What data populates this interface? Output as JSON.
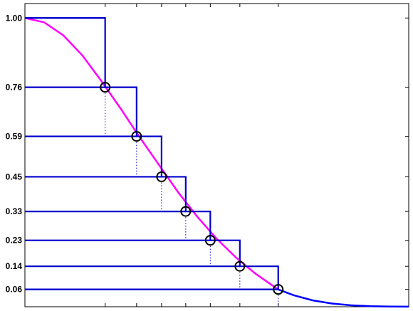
{
  "chart_data": {
    "type": "line",
    "title": "",
    "xlabel": "",
    "ylabel": "",
    "xlim": [
      0,
      1
    ],
    "ylim": [
      0,
      1.05
    ],
    "grid": false,
    "yticks": [
      {
        "value": 1.0,
        "label": "1.00"
      },
      {
        "value": 0.76,
        "label": "0.76"
      },
      {
        "value": 0.59,
        "label": "0.59"
      },
      {
        "value": 0.45,
        "label": "0.45"
      },
      {
        "value": 0.33,
        "label": "0.33"
      },
      {
        "value": 0.23,
        "label": "0.23"
      },
      {
        "value": 0.14,
        "label": "0.14"
      },
      {
        "value": 0.06,
        "label": "0.06"
      }
    ],
    "xticks": [
      0.209,
      0.291,
      0.356,
      0.419,
      0.483,
      0.56,
      0.66
    ],
    "curve": {
      "x": [
        0,
        0.05,
        0.1,
        0.15,
        0.2,
        0.25,
        0.3,
        0.35,
        0.4,
        0.45,
        0.5,
        0.55,
        0.6,
        0.66,
        0.7,
        0.75,
        0.8,
        0.85,
        0.9,
        0.95,
        1.0
      ],
      "y": [
        1.0,
        0.985,
        0.94,
        0.87,
        0.78,
        0.685,
        0.585,
        0.49,
        0.395,
        0.31,
        0.235,
        0.17,
        0.115,
        0.06,
        0.04,
        0.022,
        0.011,
        0.005,
        0.002,
        0.0008,
        0.0002
      ],
      "color_inner": "#ff00ff",
      "color_outer": "#0000ff",
      "split_x": 0.66
    },
    "steps": {
      "x": [
        0.209,
        0.291,
        0.356,
        0.419,
        0.483,
        0.56,
        0.66
      ],
      "y": [
        0.76,
        0.59,
        0.45,
        0.33,
        0.23,
        0.14,
        0.06
      ],
      "top": 1.0,
      "color": "#0000cc"
    },
    "marker_color": "#000000",
    "dotted_color": "#0000cc"
  }
}
